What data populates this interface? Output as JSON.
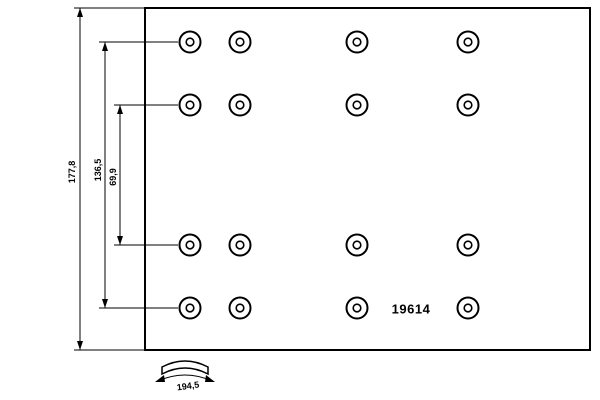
{
  "drawing": {
    "part_number": "19614",
    "dimensions": {
      "overall_height": "177,8",
      "outer_hole_span": "136,5",
      "inner_hole_span": "69,9",
      "arc_width": "194,5"
    }
  }
}
